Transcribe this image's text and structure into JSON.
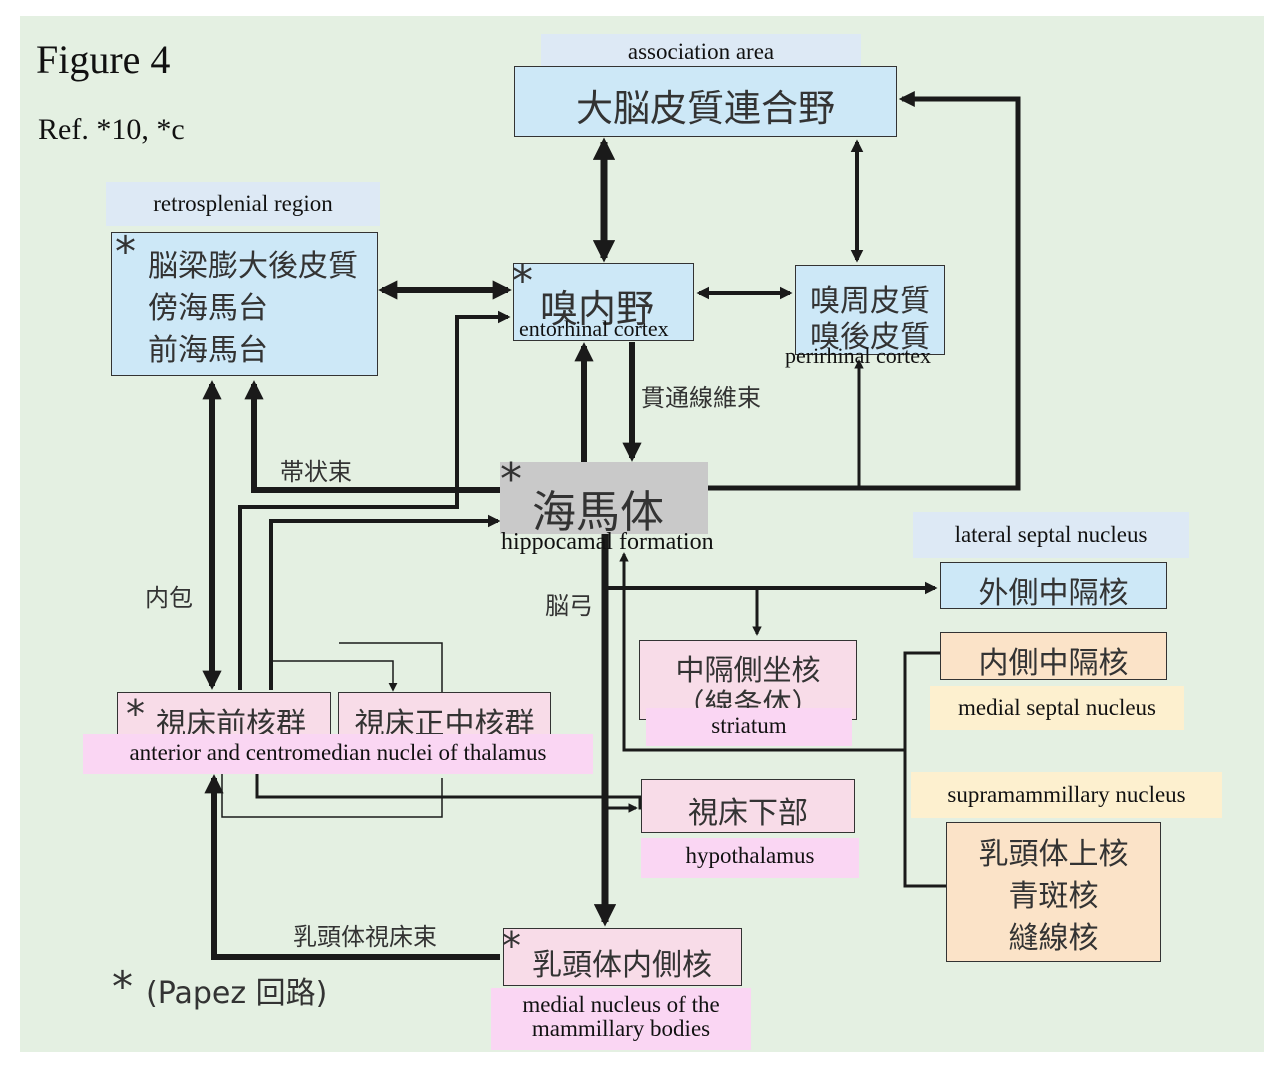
{
  "figure": {
    "title": "Figure 4",
    "ref": "Ref. *10, *c"
  },
  "nodes": {
    "association": {
      "tag": "association area",
      "jp": "大脳皮質連合野"
    },
    "retrosplenial": {
      "tag": "retrosplenial region",
      "star": "*",
      "lines": [
        "脳梁膨大後皮質",
        "傍海馬台",
        "前海馬台"
      ]
    },
    "entorhinal": {
      "star": "*",
      "jp": "嗅内野",
      "en": "entorhinal  cortex"
    },
    "perirhinal": {
      "lines": [
        "嗅周皮質",
        "嗅後皮質"
      ],
      "en": "perirhinal cortex"
    },
    "hippocampal": {
      "star": "*",
      "jp": "海馬体",
      "en": "hippocamal formation"
    },
    "lateral_septal": {
      "tag": "lateral septal nucleus",
      "jp": "外側中隔核"
    },
    "accumbens": {
      "lines": [
        "中隔側坐核",
        "（線条体）"
      ],
      "tag": "striatum"
    },
    "medial_septal": {
      "jp": "内側中隔核",
      "tag": "medial septal nucleus"
    },
    "anterior_thalamus": {
      "star": "*",
      "jp": "視床前核群"
    },
    "centromedian_thalamus": {
      "jp": "視床正中核群"
    },
    "thalamus_tag": "anterior and centromedian nuclei of thalamus",
    "hypothalamus": {
      "jp": "視床下部",
      "tag": "hypothalamus"
    },
    "supramammillary": {
      "tag": "supramammillary nucleus",
      "lines": [
        "乳頭体上核",
        "青斑核",
        "縫線核"
      ]
    },
    "mammillary": {
      "star": "*",
      "jp": "乳頭体内側核",
      "tag_lines": [
        "medial nucleus of the",
        "mammillary bodies"
      ]
    }
  },
  "edge_labels": {
    "perforant_path": "貫通線維束",
    "cingulum": "帯状束",
    "internal_capsule": "内包",
    "fornix": "脳弓",
    "mammillothalamic": "乳頭体視床束"
  },
  "legend": {
    "star": "*",
    "text": "(Papez 回路)"
  },
  "colors": {
    "background": "#e4f0e2",
    "blue_box": "#cde8f7",
    "gray_box": "#c9c9c9",
    "pink_box": "#f8dce8",
    "peach_box": "#fbe3c8",
    "tag_blue": "#dde9f5",
    "tag_pink": "#fad6f3",
    "tag_yellow": "#fdf0cf",
    "line": "#1a1a1a"
  }
}
